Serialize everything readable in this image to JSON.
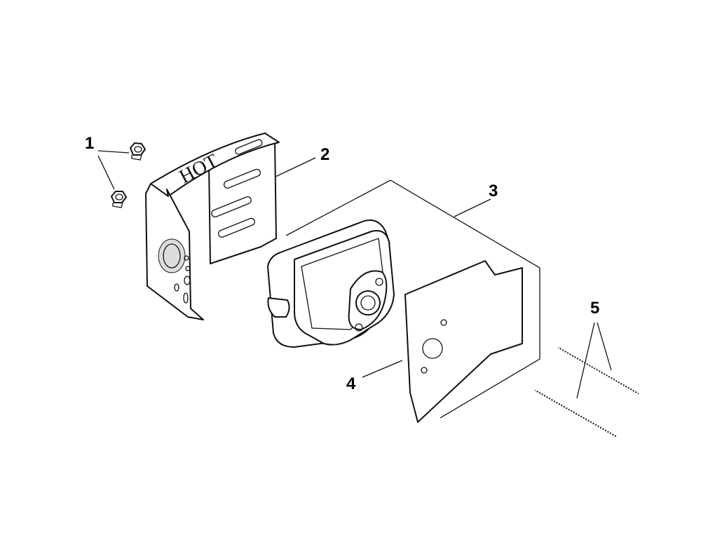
{
  "callouts": {
    "part_1": "1",
    "part_2": "2",
    "part_3": "3",
    "part_4": "4",
    "part_5": "5"
  },
  "shield_text": "HOT"
}
